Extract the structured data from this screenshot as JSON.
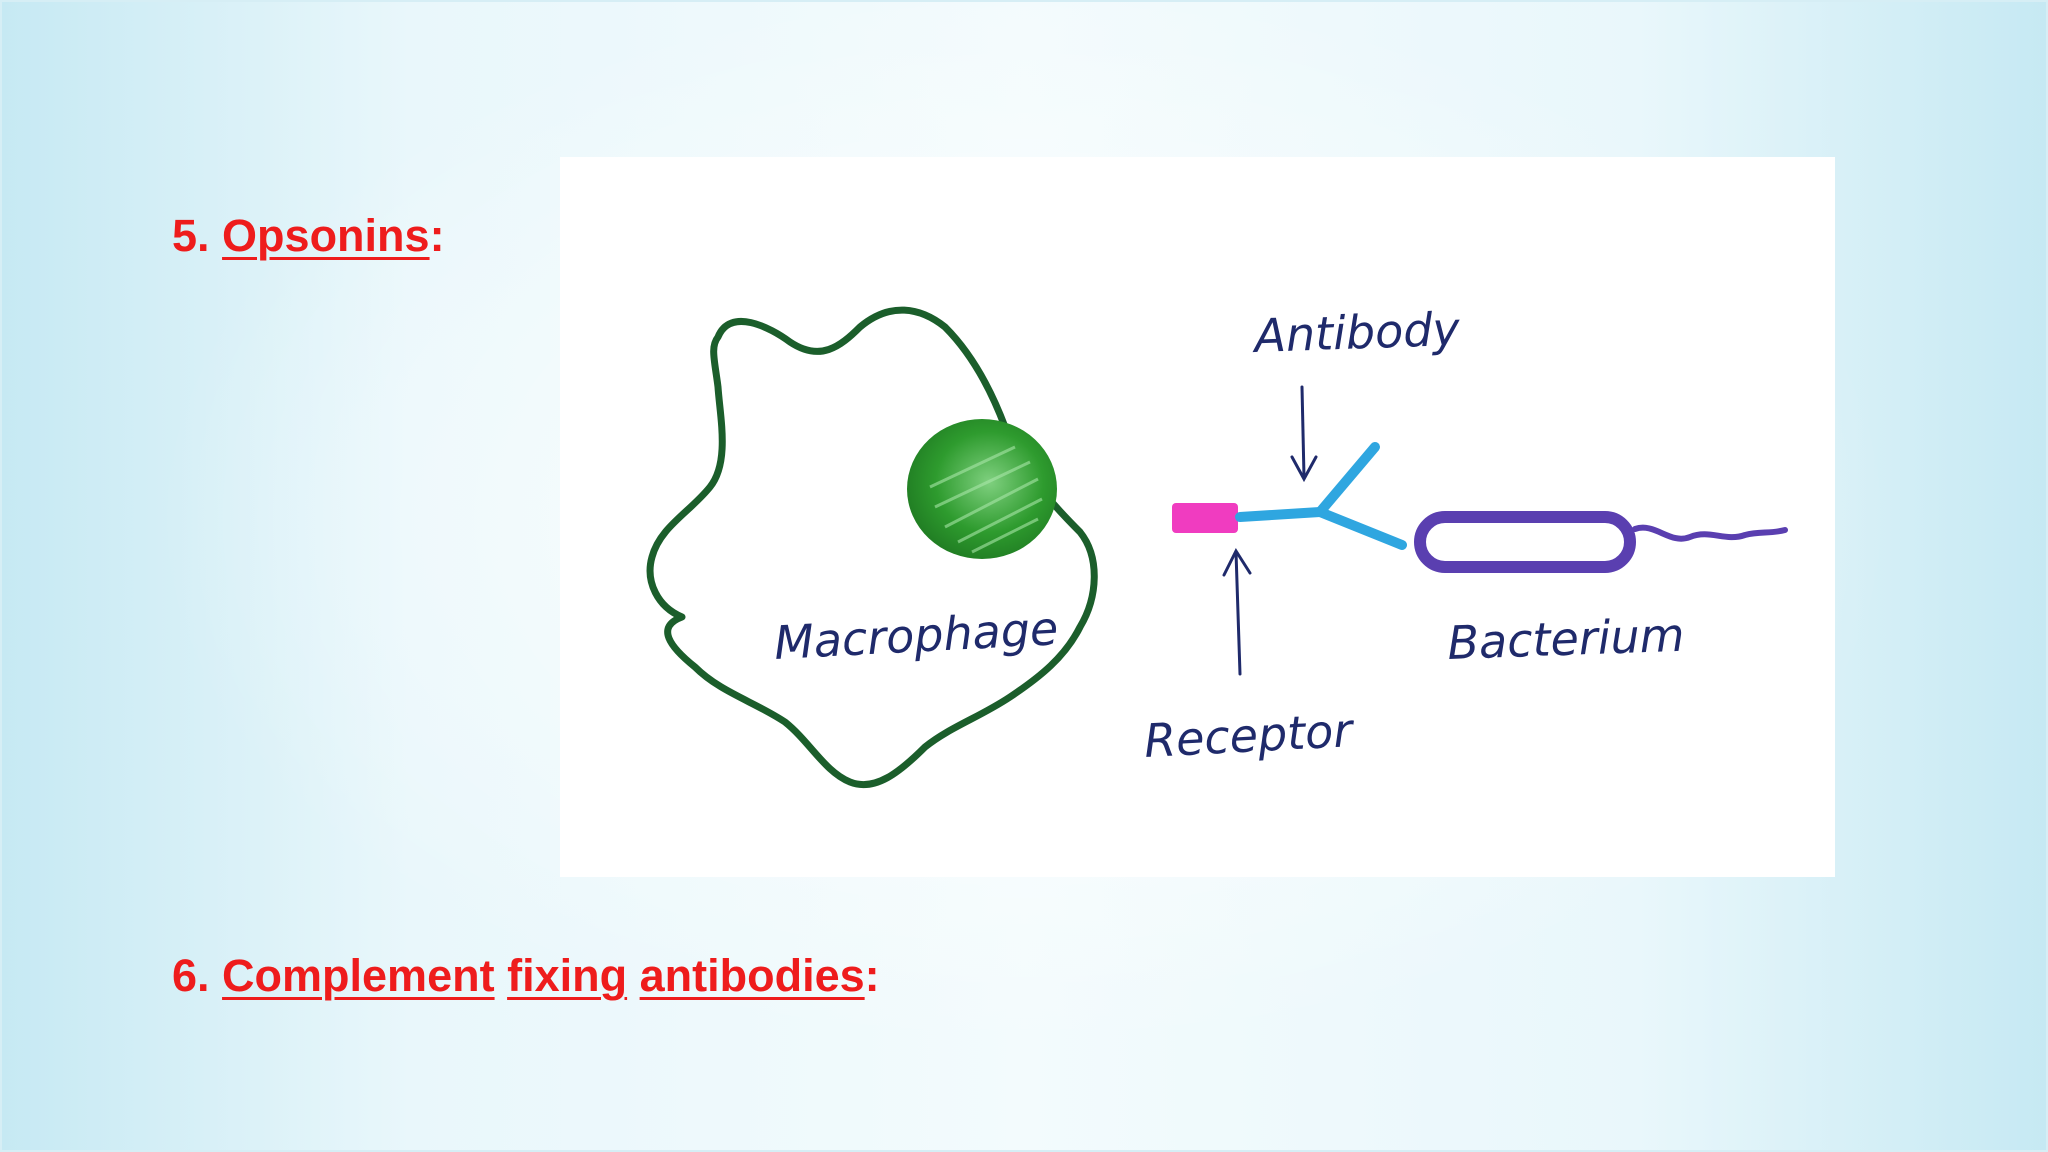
{
  "slide": {
    "headings": [
      {
        "number": "5.",
        "words": [
          "Opsonins"
        ],
        "suffix": ":"
      },
      {
        "number": "6.",
        "words": [
          "Complement",
          "fixing",
          "antibodies"
        ],
        "suffix": ":"
      }
    ],
    "colors": {
      "heading": "#ee1c1c",
      "background": "#e9f7fb"
    }
  },
  "diagram": {
    "labels": {
      "antibody": "Antibody",
      "macrophage": "Macrophage",
      "receptor": "Receptor",
      "bacterium": "Bacterium"
    },
    "colors": {
      "macrophage_outline": "#1b5e2b",
      "nucleus": "#2e9b2e",
      "receptor": "#f03cc0",
      "antibody": "#2fa6e0",
      "bacterium": "#5a3fb0",
      "label_ink": "#1f2a6b"
    }
  }
}
